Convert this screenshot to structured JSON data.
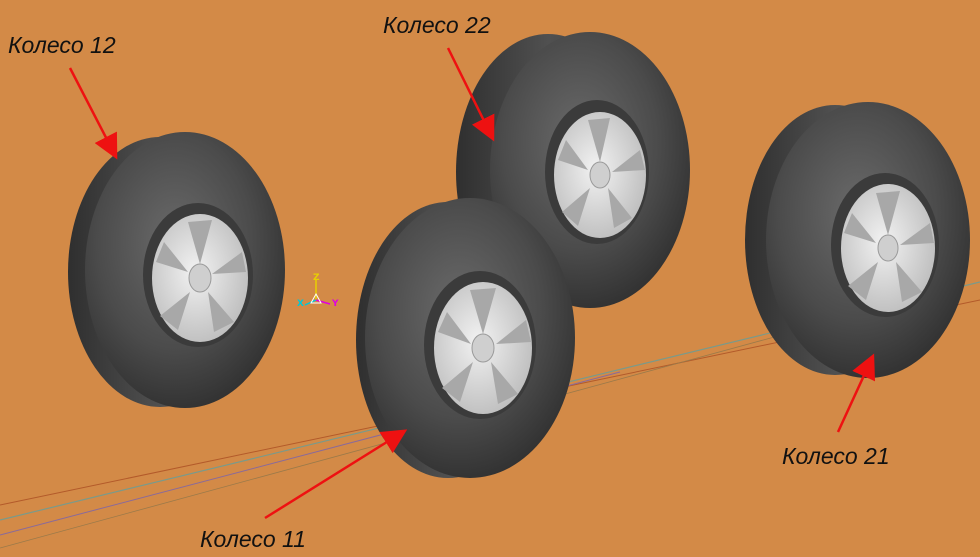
{
  "scene": {
    "background": "#d38a47",
    "arrow_color": "#ee1111",
    "tire_color": "#4a4a4a",
    "rim_color": "#d9d9d9"
  },
  "labels": {
    "wheel_12": "Колесо 12",
    "wheel_22": "Колесо 22",
    "wheel_11": "Колесо 11",
    "wheel_21": "Колесо 21"
  },
  "triad": {
    "z": "Z",
    "x": "X",
    "y": "Y"
  }
}
